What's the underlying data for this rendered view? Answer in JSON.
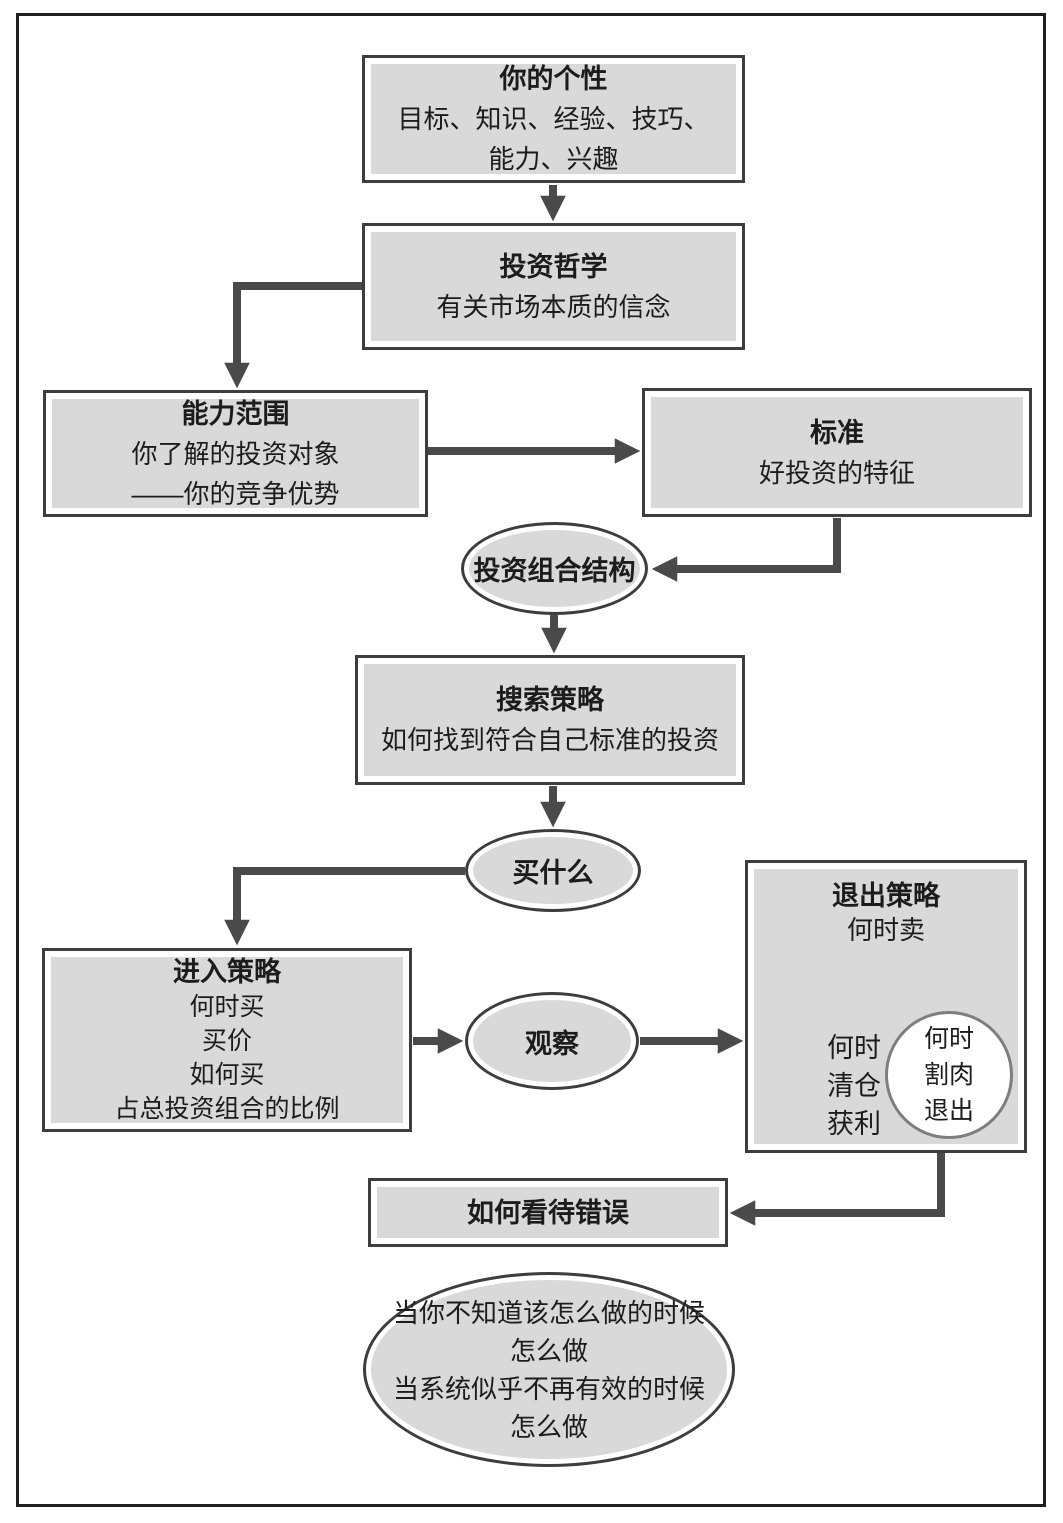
{
  "nodes": {
    "personality": {
      "title": "你的个性",
      "line1": "目标、知识、经验、技巧、",
      "line2": "能力、兴趣"
    },
    "philosophy": {
      "title": "投资哲学",
      "line1": "有关市场本质的信念"
    },
    "competence": {
      "title": "能力范围",
      "line1": "你了解的投资对象",
      "line2": "——你的竞争优势"
    },
    "criteria": {
      "title": "标准",
      "line1": "好投资的特征"
    },
    "portfolio_structure": {
      "label": "投资组合结构"
    },
    "search_strategy": {
      "title": "搜索策略",
      "line1": "如何找到符合自己标准的投资"
    },
    "what_to_buy": {
      "label": "买什么"
    },
    "entry_strategy": {
      "title": "进入策略",
      "line1": "何时买",
      "line2": "买价",
      "line3": "如何买",
      "line4": "占总投资组合的比例"
    },
    "observe": {
      "label": "观察"
    },
    "exit_strategy": {
      "title": "退出策略",
      "subtitle": "何时卖",
      "left_line1": "何时",
      "left_line2": "清仓",
      "left_line3": "获利",
      "circle_line1": "何时",
      "circle_line2": "割肉",
      "circle_line3": "退出"
    },
    "mistakes": {
      "title": "如何看待错误"
    },
    "fallback": {
      "line1": "当你不知道该怎么做的时候",
      "line2": "怎么做",
      "line3": "当系统似乎不再有效的时候",
      "line4": "怎么做"
    }
  },
  "colors": {
    "node_fill": "#d9d9d9",
    "node_border": "#3d3d3d",
    "arrow": "#4a4a4a",
    "circle_fill": "#ffffff",
    "background": "#ffffff"
  }
}
